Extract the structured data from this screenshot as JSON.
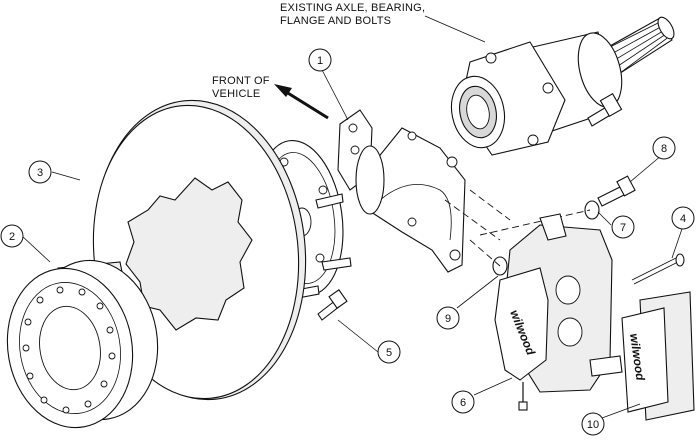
{
  "notes": {
    "axle_line1": "EXISTING AXLE, BEARING,",
    "axle_line2": "FLANGE AND BOLTS",
    "front_line1": "FRONT OF",
    "front_line2": "VEHICLE"
  },
  "callouts": {
    "c1": "1",
    "c2": "2",
    "c3": "3",
    "c4": "4",
    "c5": "5",
    "c6": "6",
    "c7": "7",
    "c8": "8",
    "c9": "9",
    "c10": "10"
  },
  "caliper_logo": "wilwood",
  "pad_logo": "wilwood"
}
